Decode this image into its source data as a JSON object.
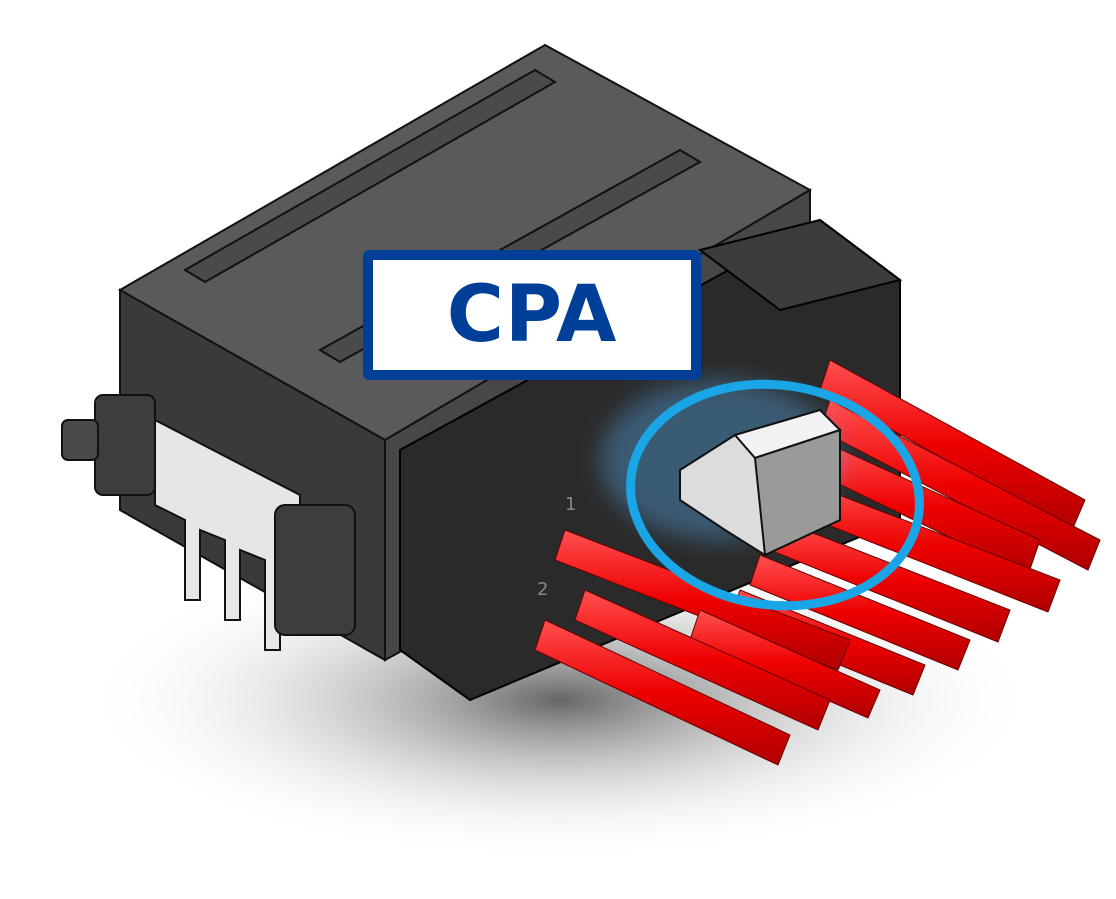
{
  "diagram": {
    "subject": "Wire-to-board connector with CPA (connector position assurance)",
    "label": {
      "text": "CPA",
      "color": "#003f98",
      "border_color": "#003f98"
    },
    "highlight": {
      "shape": "ellipse",
      "color": "#1aa6e6",
      "target": "CPA latch"
    },
    "pin_markings": [
      "1",
      "2"
    ],
    "colors": {
      "housing": "#4a4a4a",
      "wires": "#ff1a1a",
      "terminals": "#e6e6e6",
      "cpa_part": "#dcdcdc"
    }
  }
}
